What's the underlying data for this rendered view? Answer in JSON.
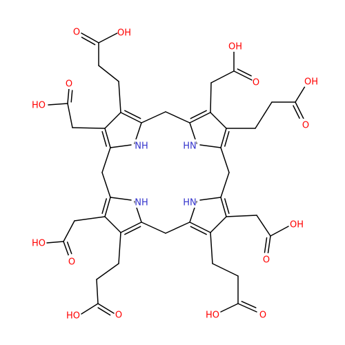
{
  "colors": {
    "bond": "#000000",
    "oxygen": "#ff0000",
    "nitrogen": "#3333cc",
    "background": "#ffffff"
  },
  "atoms": [
    {
      "id": "NH1",
      "element": "N",
      "text": "NH"
    },
    {
      "id": "NH2",
      "element": "N",
      "text": "HN"
    },
    {
      "id": "NH3",
      "element": "N",
      "text": "NH"
    },
    {
      "id": "NH4",
      "element": "N",
      "text": "HN"
    },
    {
      "id": "O_TL_chainA_OH",
      "element": "O",
      "text": "OH"
    },
    {
      "id": "O_TL_chainA_O",
      "element": "O",
      "text": "O"
    },
    {
      "id": "O_TL_chainB_OH",
      "element": "O",
      "text": "HO"
    },
    {
      "id": "O_TL_chainB_O",
      "element": "O",
      "text": "O"
    },
    {
      "id": "O_TR_chainA_OH",
      "element": "O",
      "text": "OH"
    },
    {
      "id": "O_TR_chainA_O",
      "element": "O",
      "text": "O"
    },
    {
      "id": "O_TR_chainB_OH",
      "element": "O",
      "text": "OH"
    },
    {
      "id": "O_TR_chainB_O",
      "element": "O",
      "text": "O"
    },
    {
      "id": "O_BL_chainA_OH",
      "element": "O",
      "text": "HO"
    },
    {
      "id": "O_BL_chainA_O",
      "element": "O",
      "text": "O"
    },
    {
      "id": "O_BL_chainB_OH",
      "element": "O",
      "text": "HO"
    },
    {
      "id": "O_BL_chainB_O",
      "element": "O",
      "text": "O"
    },
    {
      "id": "O_BR_chainA_OH",
      "element": "O",
      "text": "OH"
    },
    {
      "id": "O_BR_chainA_O",
      "element": "O",
      "text": "O"
    },
    {
      "id": "O_BR_chainB_OH",
      "element": "O",
      "text": "HO"
    },
    {
      "id": "O_BR_chainB_O",
      "element": "O",
      "text": "O"
    }
  ]
}
